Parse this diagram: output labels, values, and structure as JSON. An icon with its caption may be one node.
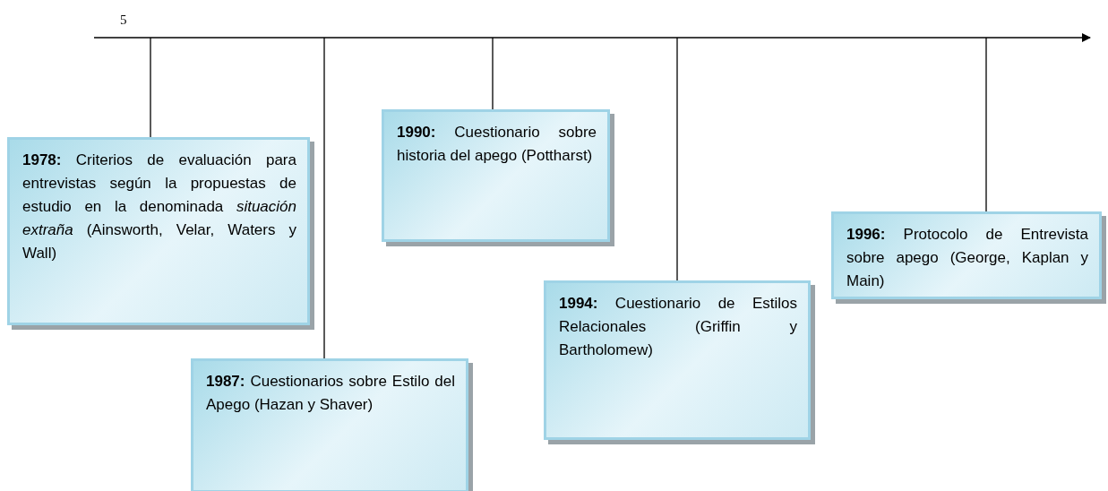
{
  "diagram": {
    "nodes": [
      {
        "text": [
          "**1978:** Criterios de evaluación para entrevistas según la propuestas de estudio en la denominada *situación extraña* (Ainsworth, Velar, Waters y Wall)"
        ]
      },
      {
        "text": [
          "**1987:** Cuestionarios sobre Estilo del Apego (Hazan y Shaver)"
        ]
      },
      {
        "text": [
          "**1990:** Cuestionario sobre historia del apego (Pottharst)"
        ]
      },
      {
        "text": [
          "**1994:** Cuestionario de Estilos Relacionales (Griffin y Bartholomew)"
        ]
      },
      {
        "text": [
          "**1996:** Protocolo de Entrevista sobre apego (George, Kaplan y Main)"
        ]
      }
    ],
    "edges": [
      {
        "from": null,
        "to": 0,
        "arrow": "none"
      },
      {
        "from": null,
        "to": 1,
        "arrow": "none"
      },
      {
        "from": null,
        "to": 2,
        "arrow": "none"
      },
      {
        "from": null,
        "to": 3,
        "arrow": "none"
      },
      {
        "from": null,
        "to": 4,
        "arrow": "none"
      }
    ],
    "labels": [
      "5"
    ]
  }
}
